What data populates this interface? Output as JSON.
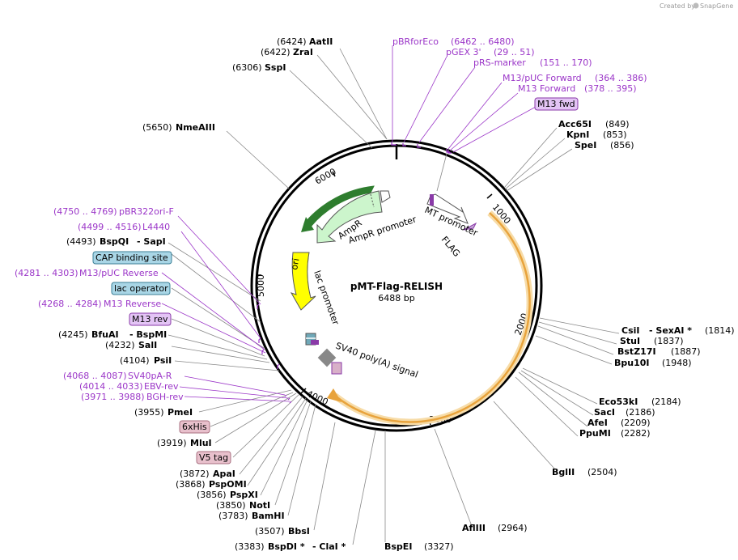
{
  "credit": {
    "prefix": "Created by",
    "brand": "SnapGene"
  },
  "plasmid": {
    "name": "pMT-Flag-RELISH",
    "length": "6488 bp"
  },
  "ticks": [
    "1000",
    "2000",
    "3000",
    "4000",
    "5000",
    "6000"
  ],
  "features": [
    {
      "name": "AmpR",
      "color": "#ccf5cc"
    },
    {
      "name": "AmpR promoter",
      "color": "#ffffff"
    },
    {
      "name": "MT promoter",
      "color": "#ffffff"
    },
    {
      "name": "FLAG",
      "color": "#c8a8d8"
    },
    {
      "name": "ori",
      "color": "#ffff00"
    },
    {
      "name": "lac promoter",
      "color": "#ffffff"
    },
    {
      "name": "SV40 poly(A) signal",
      "color": "#d8b0c8"
    }
  ],
  "insert_color": "#e8a33c",
  "primer_color": "#9b36c8",
  "enzymes_left": [
    {
      "pos": "(6424)",
      "name": "AatII"
    },
    {
      "pos": "(6422)",
      "name": "ZraI"
    },
    {
      "pos": "(6306)",
      "name": "SspI"
    },
    {
      "pos": "(5650)",
      "name": "NmeAIII"
    },
    {
      "pos": "(4493)",
      "name": "BspQI",
      "extra": "- SapI"
    },
    {
      "pos": "(4245)",
      "name": "BfuAI",
      "extra": "- BspMI"
    },
    {
      "pos": "(4232)",
      "name": "SalI"
    },
    {
      "pos": "(4104)",
      "name": "PsiI"
    },
    {
      "pos": "(3955)",
      "name": "PmeI"
    },
    {
      "pos": "(3919)",
      "name": "MluI"
    },
    {
      "pos": "(3872)",
      "name": "ApaI"
    },
    {
      "pos": "(3868)",
      "name": "PspOMI"
    },
    {
      "pos": "(3856)",
      "name": "PspXI"
    },
    {
      "pos": "(3850)",
      "name": "NotI"
    },
    {
      "pos": "(3783)",
      "name": "BamHI"
    },
    {
      "pos": "(3507)",
      "name": "BbsI"
    },
    {
      "pos": "(3383)",
      "name": "BspDI *",
      "extra": "- ClaI *"
    }
  ],
  "enzymes_right": [
    {
      "name": "Acc65I",
      "pos": "(849)"
    },
    {
      "name": "KpnI",
      "pos": "(853)"
    },
    {
      "name": "SpeI",
      "pos": "(856)"
    },
    {
      "name": "CsiI",
      "extra": "- SexAI *",
      "pos": "(1814)"
    },
    {
      "name": "StuI",
      "pos": "(1837)"
    },
    {
      "name": "BstZ17I",
      "pos": "(1887)"
    },
    {
      "name": "Bpu10I",
      "pos": "(1948)"
    },
    {
      "name": "Eco53kI",
      "pos": "(2184)"
    },
    {
      "name": "SacI",
      "pos": "(2186)"
    },
    {
      "name": "AfeI",
      "pos": "(2209)"
    },
    {
      "name": "PpuMI",
      "pos": "(2282)"
    },
    {
      "name": "BglII",
      "pos": "(2504)"
    },
    {
      "name": "AflIII",
      "pos": "(2964)"
    },
    {
      "name": "BspEI",
      "pos": "(3327)"
    }
  ],
  "primers_top": [
    {
      "name": "pBRforEco",
      "range": "(6462 .. 6480)"
    },
    {
      "name": "pGEX 3'",
      "range": "(29 .. 51)"
    },
    {
      "name": "pRS-marker",
      "range": "(151 .. 170)"
    },
    {
      "name": "M13/pUC Forward",
      "range": "(364 .. 386)"
    },
    {
      "name": "M13 Forward",
      "range": "(378 .. 395)"
    }
  ],
  "primers_left": [
    {
      "range": "(4750 .. 4769)",
      "name": "pBR322ori-F"
    },
    {
      "range": "(4499 .. 4516)",
      "name": "L4440"
    },
    {
      "range": "(4281 .. 4303)",
      "name": "M13/pUC Reverse"
    },
    {
      "range": "(4268 .. 4284)",
      "name": "M13 Reverse"
    },
    {
      "range": "(4068 .. 4087)",
      "name": "SV40pA-R"
    },
    {
      "range": "(4014 .. 4033)",
      "name": "EBV-rev"
    },
    {
      "range": "(3971 .. 3988)",
      "name": "BGH-rev"
    }
  ],
  "boxed": [
    {
      "label": "M13 fwd",
      "fill": "#e3c4f5",
      "stroke": "#8a3aa8"
    },
    {
      "label": "CAP binding site",
      "fill": "#a9d6e6",
      "stroke": "#3a7f96"
    },
    {
      "label": "lac operator",
      "fill": "#a9d6e6",
      "stroke": "#3a7f96"
    },
    {
      "label": "M13 rev",
      "fill": "#e3c4f5",
      "stroke": "#8a3aa8"
    },
    {
      "label": "6xHis",
      "fill": "#e8c0cc",
      "stroke": "#a87080"
    },
    {
      "label": "V5 tag",
      "fill": "#e8c0cc",
      "stroke": "#a87080"
    }
  ]
}
